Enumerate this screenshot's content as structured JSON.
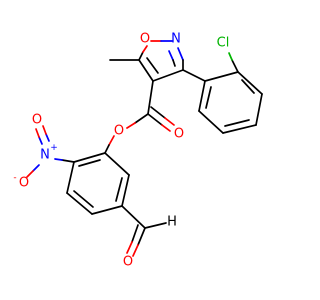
{
  "molecule": {
    "atoms": {
      "ring_oxygen": "O",
      "ring_nitrogen": "N",
      "chlorine": "Cl",
      "ester_oxygen": "O",
      "carbonyl_oxygen": "O",
      "nitro_oxygen_minus": "O",
      "nitro_oxygen_minus_charge": "-",
      "nitro_nitrogen": "N",
      "nitro_nitrogen_charge": "+",
      "nitro_oxygen_double": "O",
      "aldehyde_oxygen": "O",
      "aldehyde_hydrogen": "H"
    },
    "colors": {
      "oxygen": "#ff0000",
      "nitrogen": "#0000ff",
      "chlorine": "#00b400",
      "bond": "#000000"
    }
  }
}
